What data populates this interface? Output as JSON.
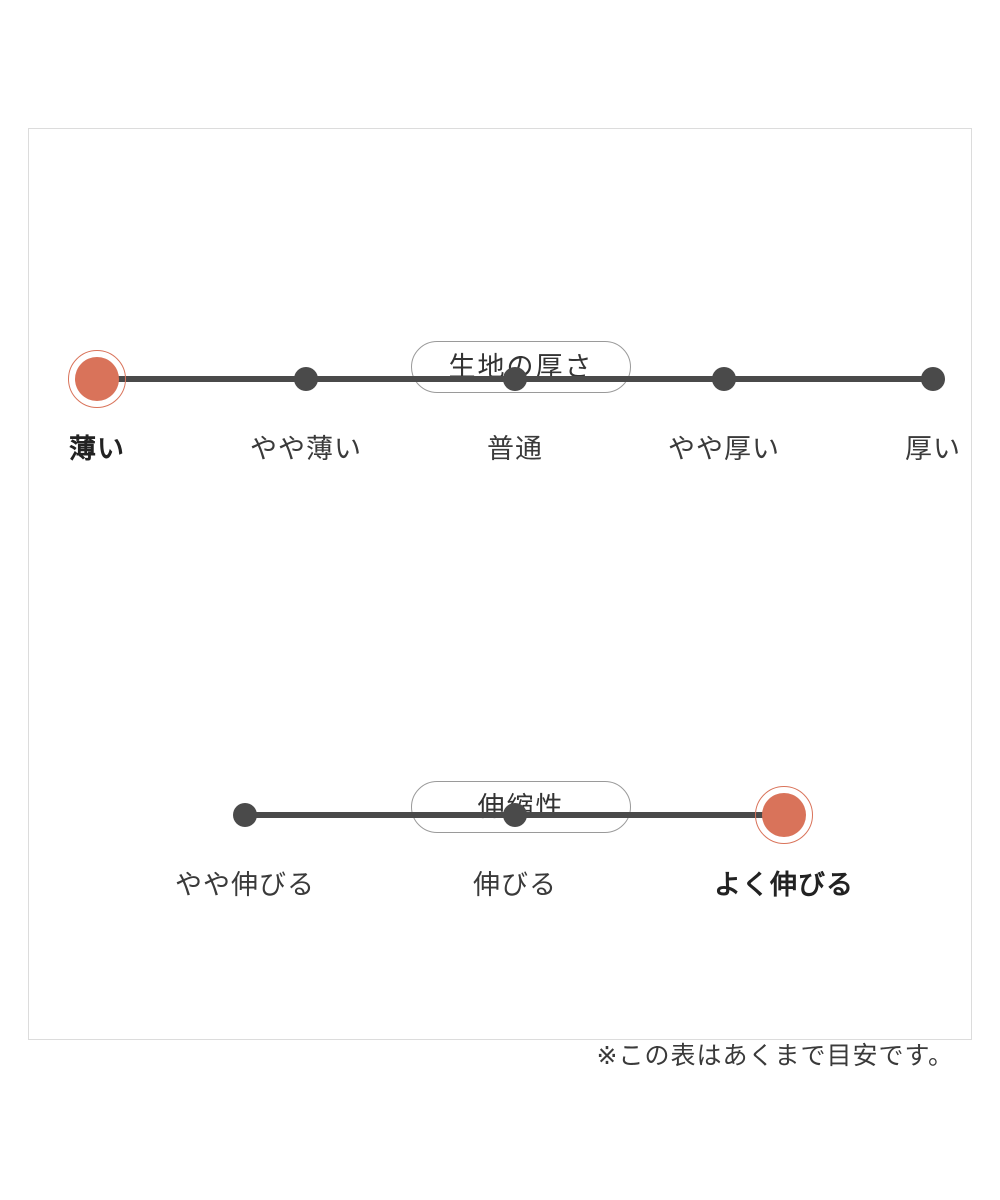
{
  "chart_data": {
    "type": "scatter",
    "title": "",
    "charts": [
      {
        "title": "生地の厚さ",
        "categories": [
          "薄い",
          "やや薄い",
          "普通",
          "やや厚い",
          "厚い"
        ],
        "values": [
          1,
          2,
          3,
          4,
          5
        ],
        "selected_index": 0,
        "selected_label": "薄い",
        "xlabel": "",
        "ylabel": "",
        "grid": false,
        "legend": "none"
      },
      {
        "title": "伸縮性",
        "categories": [
          "やや伸びる",
          "伸びる",
          "よく伸びる"
        ],
        "values": [
          1,
          2,
          3
        ],
        "selected_index": 2,
        "selected_label": "よく伸びる",
        "xlabel": "",
        "ylabel": "",
        "grid": false,
        "legend": "none"
      }
    ],
    "note": "※この表はあくまで目安です。",
    "colors": {
      "accent": "#d9735a",
      "track": "#4a4a4a",
      "border": "#dcdcdc",
      "pill_border": "#9a9a9a",
      "text": "#3a3a3a"
    }
  }
}
